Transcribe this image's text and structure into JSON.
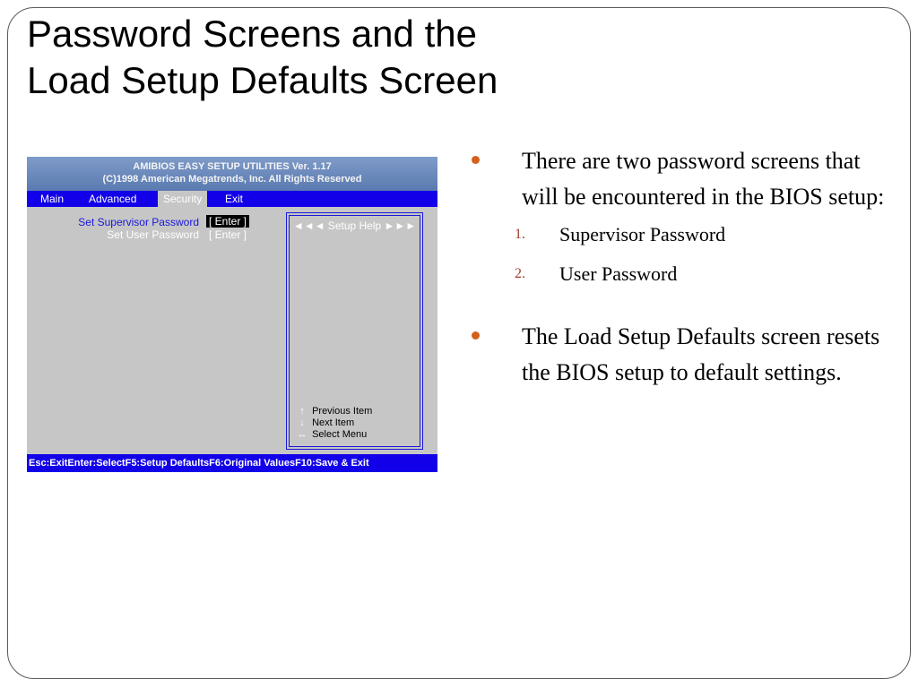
{
  "slide": {
    "title_line1": "Password Screens and the",
    "title_line2": "Load Setup Defaults Screen"
  },
  "bios": {
    "header_line1": "AMIBIOS EASY SETUP UTILITIES Ver. 1.17",
    "header_line2": "(C)1998 American Megatrends, Inc. All Rights Reserved",
    "tabs": [
      "Main",
      "Advanced",
      "Security",
      "Exit"
    ],
    "active_tab": "Security",
    "items": [
      {
        "label": "Set Supervisor Password",
        "value": "[ Enter ]"
      },
      {
        "label": "Set User Password",
        "value": "[ Enter ]"
      }
    ],
    "help_title": "◄◄◄ Setup Help ►►►",
    "help_keys": [
      {
        "key": "↑",
        "label": "Previous Item"
      },
      {
        "key": "↓",
        "label": "Next Item"
      },
      {
        "key": "↔",
        "label": "Select Menu"
      }
    ],
    "footer": "Esc:ExitEnter:SelectF5:Setup DefaultsF6:Original ValuesF10:Save & Exit",
    "colors": {
      "menu_bar": "#1200e8",
      "panel": "#c6c6c6",
      "highlight_text": "#1a18d8"
    }
  },
  "bullets": {
    "b1": "There are two password screens that will be encountered in the BIOS setup:",
    "sub1_num": "1.",
    "sub1": "Supervisor Password",
    "sub2_num": "2.",
    "sub2": "User Password",
    "b2": "The Load Setup Defaults screen resets the BIOS setup to default settings.",
    "bullet_color": "#d4601c"
  }
}
